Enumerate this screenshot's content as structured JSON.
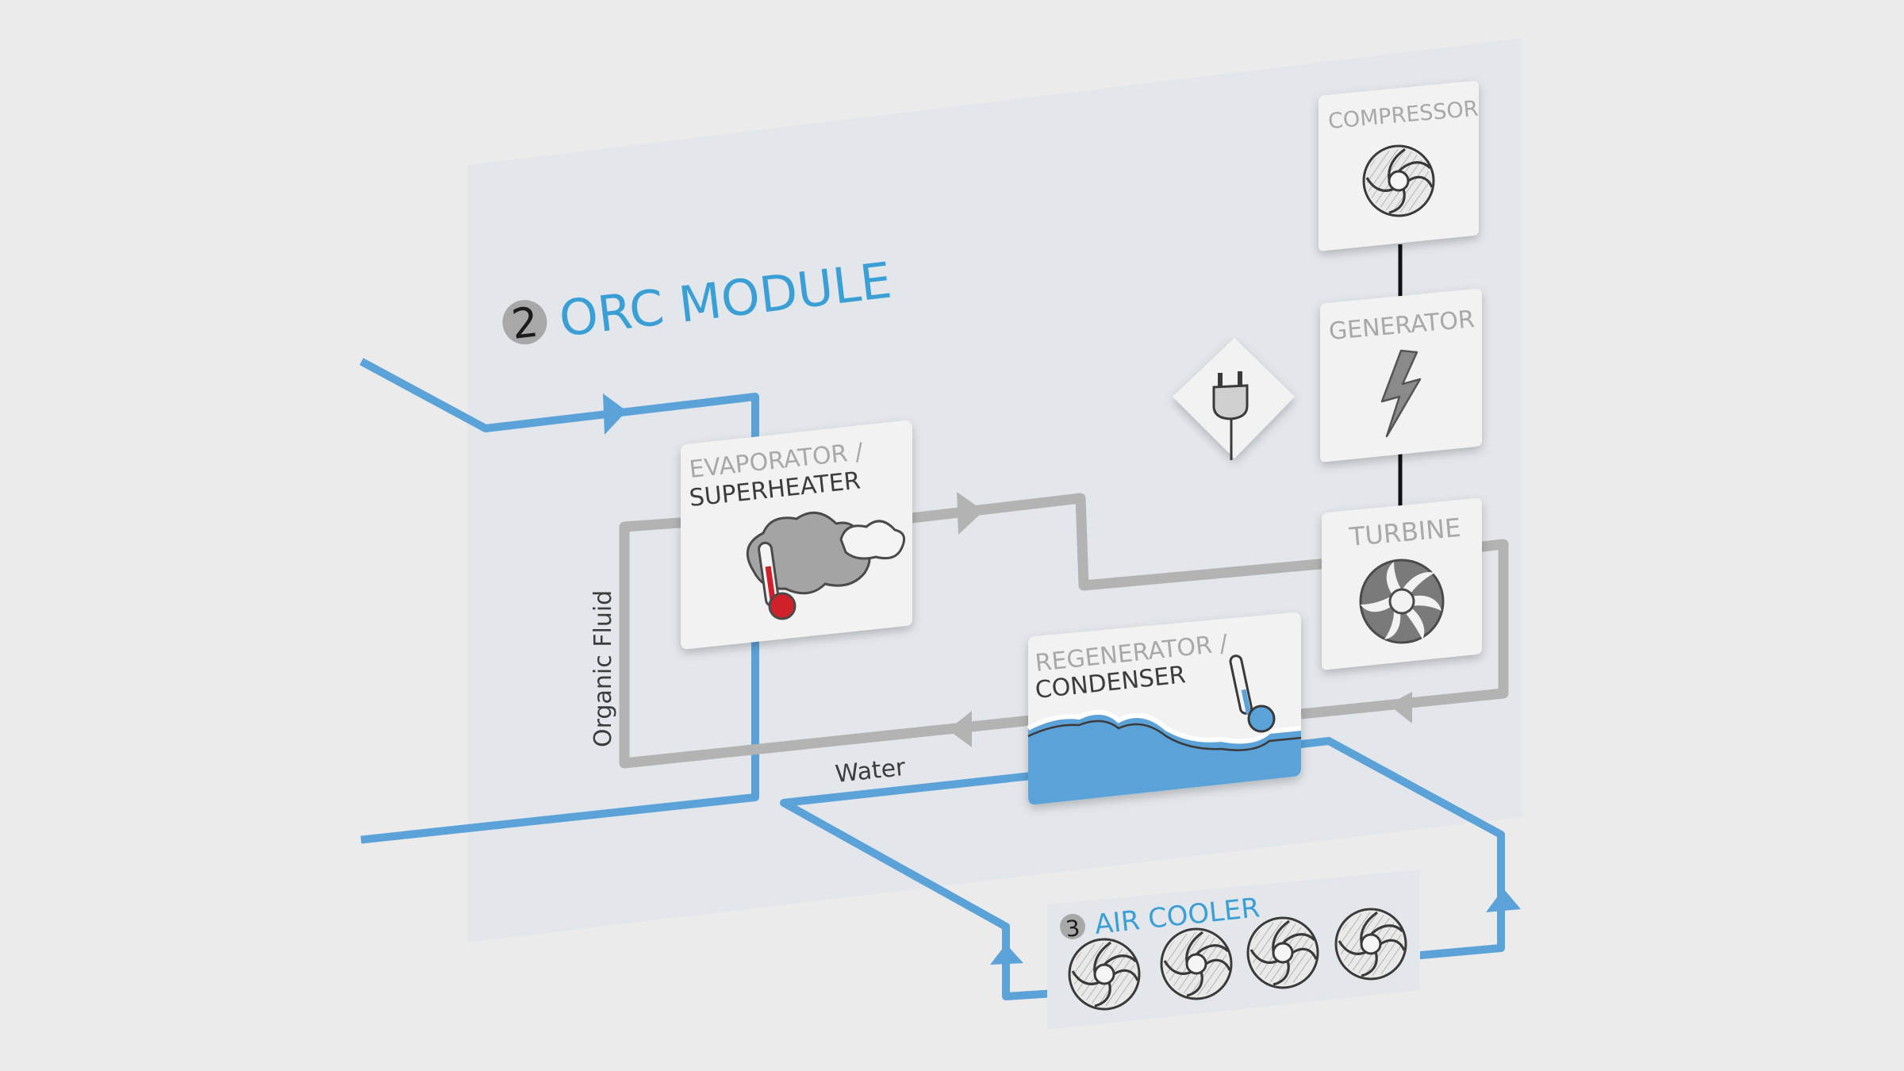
{
  "module": {
    "number": "2",
    "title": "ORC MODULE"
  },
  "components": {
    "compressor": "COMPRESSOR",
    "generator": "GENERATOR",
    "turbine": "TURBINE",
    "evaporator_line1": "EVAPORATOR /",
    "evaporator_line2": "SUPERHEATER",
    "regenerator_line1": "REGENERATOR /",
    "regenerator_line2": "CONDENSER"
  },
  "labels": {
    "organic_fluid": "Organic Fluid",
    "water": "Water"
  },
  "air_cooler": {
    "number": "3",
    "title": "AIR COOLER"
  },
  "icons": {
    "compressor": "fan-icon",
    "generator": "lightning-icon",
    "turbine": "turbine-icon",
    "plug": "plug-icon",
    "evaporator": "cloud-thermometer-icon",
    "condenser": "wave-thermometer-icon",
    "fans": [
      "fan-icon",
      "fan-icon",
      "fan-icon",
      "fan-icon"
    ]
  },
  "colors": {
    "background": "#ebebeb",
    "panel": "#e3e7eb",
    "accent_blue": "#3a9fd5",
    "water_line": "#5aa2d8",
    "fluid_line": "#b3b3b3",
    "hot": "#d0202a",
    "card": "#f2f2f2",
    "card_text_light": "#a8a8a8",
    "card_text_dark": "#3c3c3c"
  }
}
